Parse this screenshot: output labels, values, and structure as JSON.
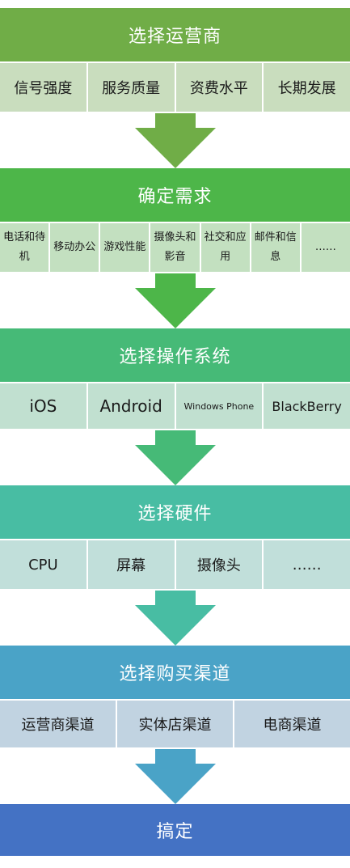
{
  "colors": {
    "step1_header": "#70AD47",
    "step1_row": "#C9DDBE",
    "step2_header": "#4DB649",
    "step2_row": "#C3E0C0",
    "step3_header": "#46BA77",
    "step3_row": "#C1E0D0",
    "step4_header": "#48BDA3",
    "step4_row": "#C1DFDA",
    "step5_header": "#4AA3C7",
    "step5_row": "#C1D3E1",
    "step6_header": "#4472C4"
  },
  "steps": [
    {
      "title": "选择运营商",
      "items": [
        "信号强度",
        "服务质量",
        "资费水平",
        "长期发展"
      ]
    },
    {
      "title": "确定需求",
      "items": [
        "电话和待机",
        "移动办公",
        "游戏性能",
        "摄像头和影音",
        "社交和应用",
        "邮件和信息",
        "……"
      ]
    },
    {
      "title": "选择操作系统",
      "items": [
        "iOS",
        "Android",
        "Windows Phone",
        "BlackBerry"
      ]
    },
    {
      "title": "选择硬件",
      "items": [
        "CPU",
        "屏幕",
        "摄像头",
        "……"
      ]
    },
    {
      "title": "选择购买渠道",
      "items": [
        "运营商渠道",
        "实体店渠道",
        "电商渠道"
      ]
    },
    {
      "title": "搞定"
    }
  ]
}
